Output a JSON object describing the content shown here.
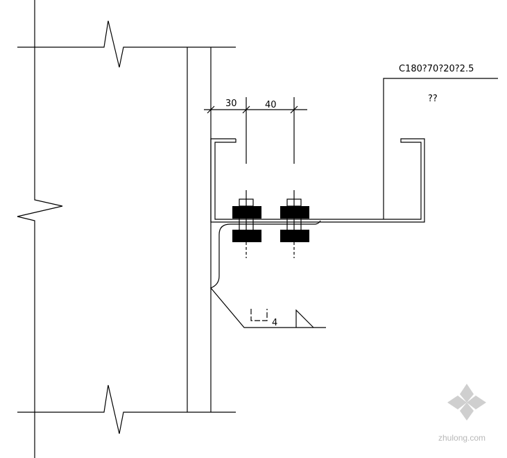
{
  "labels": {
    "section": "C180?70?20?2.5",
    "material": "??",
    "dim_left": "30",
    "dim_right": "40",
    "weld_size": "4"
  },
  "watermark": {
    "text": "zhulong.com"
  },
  "colors": {
    "line": "#000000",
    "watermark": "#b8b8b8"
  }
}
